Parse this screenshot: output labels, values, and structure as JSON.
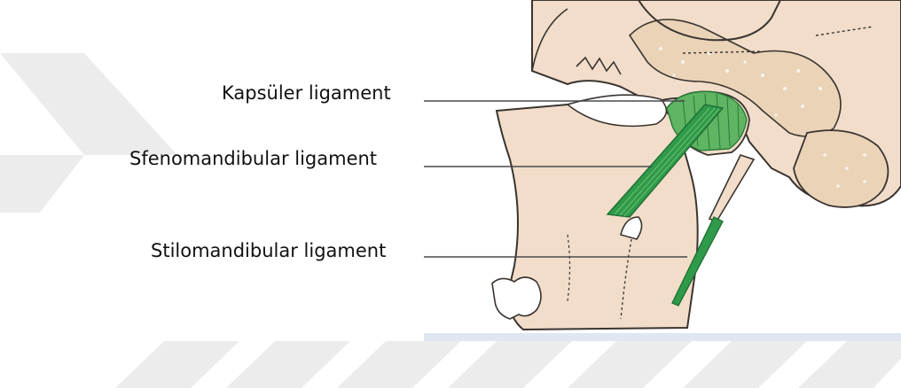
{
  "labels": {
    "capsular": "Kapsüler ligament",
    "sphenomandibular": "Sfenomandibular ligament",
    "stylomandibular": "Stilomandibular ligament"
  },
  "colors": {
    "bone": "#f1ddc9",
    "bone_outline": "#3a3430",
    "cancellous": "#e8d2b6",
    "ligament_green": "#2f9a4a",
    "ligament_light": "#63b868",
    "leader_line": "#4a4a4a",
    "watermark": "#e9e9e9",
    "baseline_band": "#dfe7f3"
  }
}
